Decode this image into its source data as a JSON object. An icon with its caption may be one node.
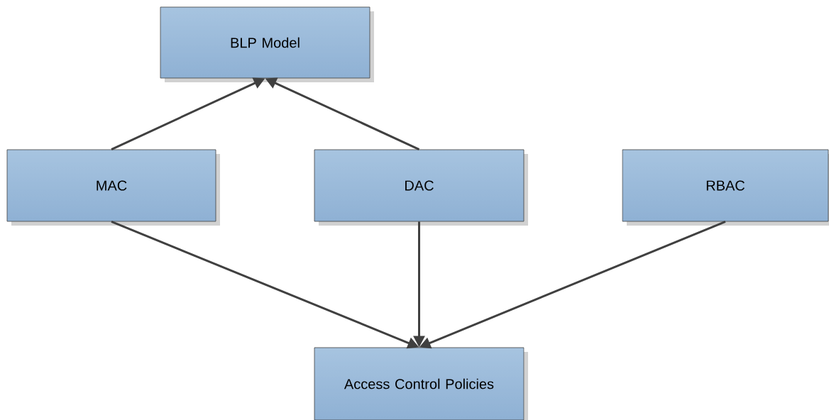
{
  "diagram": {
    "nodes": [
      {
        "text": [
          "BLP Model"
        ]
      },
      {
        "text": [
          "MAC"
        ]
      },
      {
        "text": [
          "DAC"
        ]
      },
      {
        "text": [
          "RBAC"
        ]
      },
      {
        "text": [
          "Access Control Policies"
        ]
      }
    ],
    "edges": [
      {
        "from": 1,
        "to": 0,
        "arrow": "to"
      },
      {
        "from": 2,
        "to": 0,
        "arrow": "to"
      },
      {
        "from": 1,
        "to": 4,
        "arrow": "to"
      },
      {
        "from": 2,
        "to": 4,
        "arrow": "to"
      },
      {
        "from": 3,
        "to": 4,
        "arrow": "to"
      }
    ]
  }
}
